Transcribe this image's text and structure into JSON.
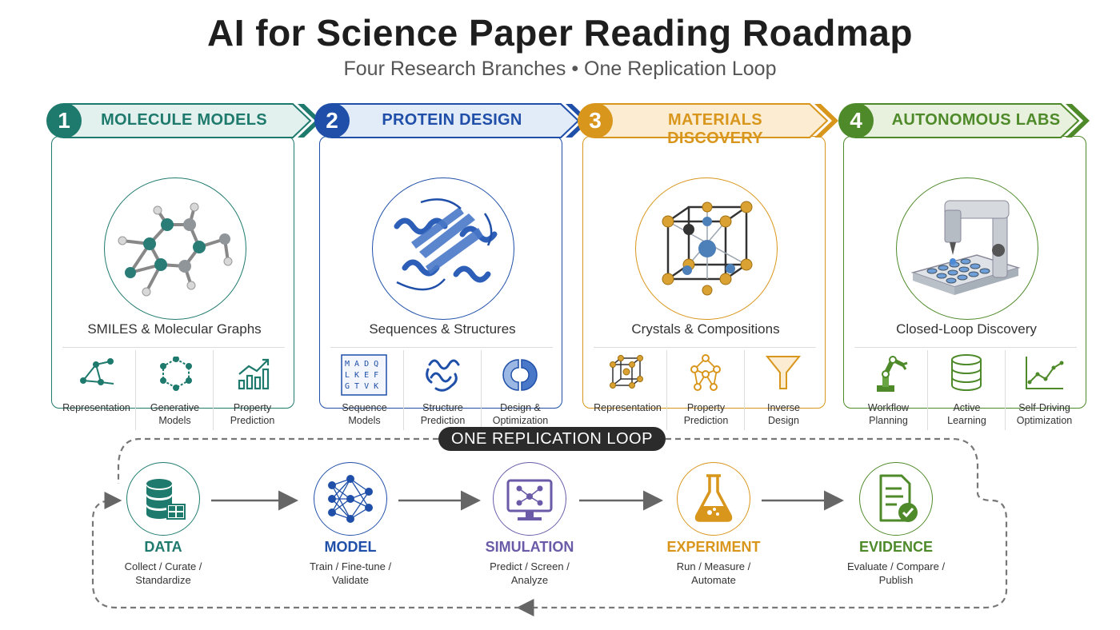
{
  "title": "AI for Science Paper Reading Roadmap",
  "subtitle": "Four Research Branches • One Replication Loop",
  "branches": [
    {
      "number": "1",
      "label": "MOLECULE MODELS",
      "color": "#1f7a6e",
      "light": "#e3f1ee",
      "hero_icon": "molecule-icon",
      "hero_label": "SMILES & Molecular Graphs",
      "subs": [
        {
          "icon": "graph-network-icon",
          "line1": "Representation",
          "line2": ""
        },
        {
          "icon": "hexagon-graph-icon",
          "line1": "Generative",
          "line2": "Models"
        },
        {
          "icon": "bar-trend-icon",
          "line1": "Property",
          "line2": "Prediction"
        }
      ]
    },
    {
      "number": "2",
      "label": "PROTEIN DESIGN",
      "color": "#1f4fa8",
      "light": "#e2ebf8",
      "hero_icon": "protein-ribbon-icon",
      "hero_label": "Sequences & Structures",
      "subs": [
        {
          "icon": "sequence-letters-icon",
          "line1": "Sequence",
          "line2": "Models"
        },
        {
          "icon": "protein-fold-icon",
          "line1": "Structure",
          "line2": "Prediction"
        },
        {
          "icon": "puzzle-icon",
          "line1": "Design &",
          "line2": "Optimization"
        }
      ]
    },
    {
      "number": "3",
      "label": "MATERIALS DISCOVERY",
      "color": "#d9961c",
      "light": "#fbecd2",
      "hero_icon": "crystal-lattice-icon",
      "hero_label": "Crystals & Compositions",
      "subs": [
        {
          "icon": "cube-lattice-icon",
          "line1": "Representation",
          "line2": ""
        },
        {
          "icon": "node-graph-icon",
          "line1": "Property",
          "line2": "Prediction"
        },
        {
          "icon": "funnel-icon",
          "line1": "Inverse",
          "line2": "Design"
        }
      ]
    },
    {
      "number": "4",
      "label": "AUTONOMOUS LABS",
      "color": "#4e8a2a",
      "light": "#e8f1dd",
      "hero_icon": "lab-robot-icon",
      "hero_label": "Closed-Loop Discovery",
      "subs": [
        {
          "icon": "robot-arm-icon",
          "line1": "Workflow",
          "line2": "Planning"
        },
        {
          "icon": "database-icon",
          "line1": "Active",
          "line2": "Learning"
        },
        {
          "icon": "line-trend-icon",
          "line1": "Self-Driving",
          "line2": "Optimization"
        }
      ]
    }
  ],
  "loop": {
    "title": "ONE REPLICATION LOOP",
    "steps": [
      {
        "name": "DATA",
        "color": "#1f7a6e",
        "icon": "database-icon",
        "line1": "Collect / Curate /",
        "line2": "Standardize"
      },
      {
        "name": "MODEL",
        "color": "#1f4fa8",
        "icon": "neural-network-icon",
        "line1": "Train / Fine-tune /",
        "line2": "Validate"
      },
      {
        "name": "SIMULATION",
        "color": "#6a5aa8",
        "icon": "monitor-network-icon",
        "line1": "Predict / Screen /",
        "line2": "Analyze"
      },
      {
        "name": "EXPERIMENT",
        "color": "#d9961c",
        "icon": "flask-icon",
        "line1": "Run / Measure /",
        "line2": "Automate"
      },
      {
        "name": "EVIDENCE",
        "color": "#4e8a2a",
        "icon": "document-check-icon",
        "line1": "Evaluate / Compare /",
        "line2": "Publish"
      }
    ]
  }
}
